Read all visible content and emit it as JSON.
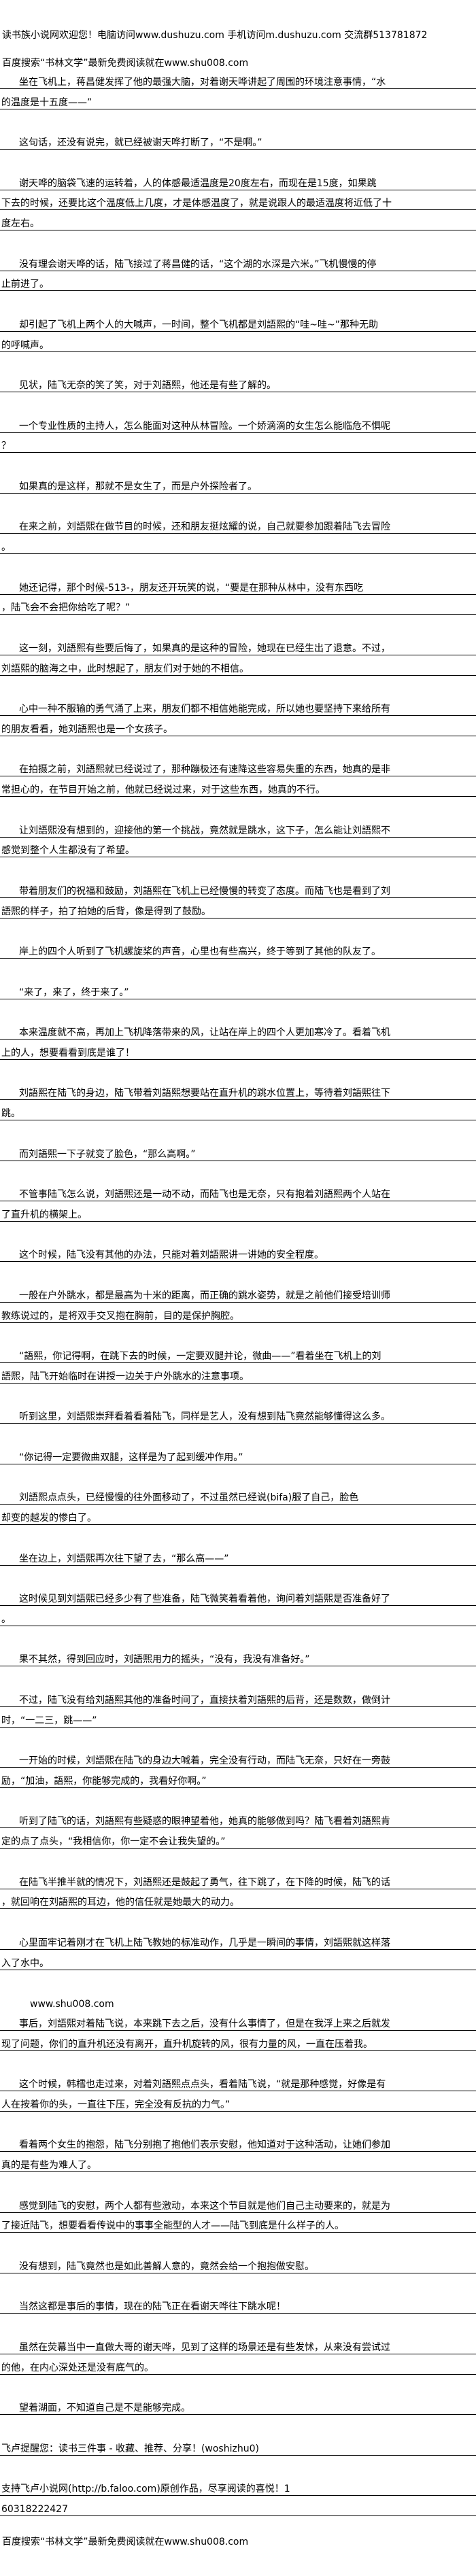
{
  "header": {
    "site_notice": "读书族小说网欢迎您！电脑访问www.dushuzu.com 手机访问m.dushuzu.com 交流群513781872",
    "search_tip": "百度搜索“书林文学”最新免费阅读就在www.shu008.com"
  },
  "blocks": [
    {
      "kind": "para",
      "lines": [
        "坐在飞机上，蒋昌健发挥了他的最强大脑，对着谢天哗讲起了周围的环境注意事情，“水",
        "的温度是十五度——”"
      ]
    },
    {
      "kind": "para",
      "lines": [
        "这句话，还没有说完，就已经被谢天哗打断了，“不是啊。”"
      ]
    },
    {
      "kind": "para",
      "lines": [
        "谢天哗的脑袋飞速的运转着，人的体感最适温度是20度左右，而现在是15度，如果跳",
        "下去的时候，还要比这个温度低上几度，才是体感温度了，就是说跟人的最适温度将近低了十",
        "度左右。"
      ]
    },
    {
      "kind": "para",
      "lines": [
        "没有理会谢天哗的话，陆飞接过了蒋昌健的话，“这个湖的水深是六米。”飞机慢慢的停",
        "止前进了。"
      ]
    },
    {
      "kind": "para",
      "lines": [
        "却引起了飞机上两个人的大喊声，一时间，整个飞机都是刘語熙的“哇~哇~”那种无助",
        "的呼喊声。"
      ]
    },
    {
      "kind": "para",
      "lines": [
        "见状，陆飞无奈的笑了笑，对于刘語熙，他还是有些了解的。"
      ]
    },
    {
      "kind": "para",
      "lines": [
        "一个专业性质的主持人，怎么能面对这种从林冒险。一个娇滴滴的女生怎么能临危不惧呢",
        "？"
      ]
    },
    {
      "kind": "para",
      "lines": [
        "如果真的是这样，那就不是女生了，而是户外探险者了。"
      ]
    },
    {
      "kind": "para",
      "lines": [
        "在来之前，刘語熙在做节目的时候，还和朋友挺炫耀的说，自己就要参加跟着陆飞去冒险",
        "。"
      ]
    },
    {
      "kind": "para",
      "lines": [
        "她还记得，那个时候-513-，朋友还开玩笑的说，“要是在那种从林中，没有东西吃",
        "，陆飞会不会把你给吃了呢？”"
      ]
    },
    {
      "kind": "para",
      "lines": [
        "这一刻，刘語熙有些要后悔了，如果真的是这种的冒险，她现在已经生出了退意。不过，",
        "刘語熙的脑海之中，此时想起了，朋友们对于她的不相信。"
      ]
    },
    {
      "kind": "para",
      "lines": [
        "心中一种不服输的勇气涌了上来，朋友们都不相信她能完成，所以她也要坚持下来给所有",
        "的朋友看看，她刘語熙也是一个女孩子。"
      ]
    },
    {
      "kind": "para",
      "lines": [
        "在拍摄之前，刘語熙就已经说过了，那种蹦极还有速降这些容易失重的东西，她真的是非",
        "常担心的，在节目开始之前，他就已经说过来，对于这些东西，她真的不行。"
      ]
    },
    {
      "kind": "para",
      "lines": [
        "让刘語熙没有想到的，迎接他的第一个挑战，竟然就是跳水，这下子，怎么能让刘語熙不",
        "感觉到整个人生都没有了希望。"
      ]
    },
    {
      "kind": "para",
      "lines": [
        "带着朋友们的祝福和鼓励，刘語熙在飞机上已经慢慢的转变了态度。而陆飞也是看到了刘",
        "語熙的样子，拍了拍她的后背，像是得到了鼓励。"
      ]
    },
    {
      "kind": "para",
      "lines": [
        "岸上的四个人听到了飞机螺旋桨的声音，心里也有些高兴，终于等到了其他的队友了。"
      ]
    },
    {
      "kind": "para",
      "lines": [
        "“来了，来了，终于来了。”"
      ]
    },
    {
      "kind": "para",
      "lines": [
        "本来温度就不高，再加上飞机降落带来的风，让站在岸上的四个人更加寒冷了。看着飞机",
        "上的人，想要看看到底是谁了！"
      ]
    },
    {
      "kind": "para",
      "lines": [
        "刘語熙在陆飞的身边，陆飞带着刘語熙想要站在直升机的跳水位置上，等待着刘語熙往下",
        "跳。"
      ]
    },
    {
      "kind": "para",
      "lines": [
        "而刘語熙一下子就变了脸色，“那么高啊。”"
      ]
    },
    {
      "kind": "para",
      "lines": [
        "不管事陆飞怎么说，刘語熙还是一动不动，而陆飞也是无奈，只有抱着刘語熙两个人站在",
        "了直升机的横架上。"
      ]
    },
    {
      "kind": "para",
      "lines": [
        "这个时候，陆飞没有其他的办法，只能对着刘語熙讲一讲她的安全程度。"
      ]
    },
    {
      "kind": "para",
      "lines": [
        "一般在户外跳水，都是最高为十米的距离，而正确的跳水姿势，就是之前他们接受培训师",
        "教练说过的，是将双手交叉抱在胸前，目的是保护胸腔。"
      ]
    },
    {
      "kind": "para",
      "lines": [
        "“語熙，你记得啊，在跳下去的时候，一定要双腿并论，微曲——”看着坐在飞机上的刘",
        "語熙，陆飞开始临时在讲授一边关于户外跳水的注意事项。"
      ]
    },
    {
      "kind": "para",
      "lines": [
        "听到这里，刘語熙崇拜看着看着陆飞，同样是艺人，没有想到陆飞竟然能够懂得这么多。"
      ]
    },
    {
      "kind": "para",
      "lines": [
        "“你记得一定要微曲双腿，这样是为了起到缓冲作用。”"
      ]
    },
    {
      "kind": "para",
      "lines": [
        "刘語熙点点头，已经慢慢的往外面移动了，不过虽然已经说(bifa)服了自己，脸色",
        "却变的越发的惨白了。"
      ]
    },
    {
      "kind": "para",
      "lines": [
        "坐在边上，刘語熙再次往下望了去，“那么高——”"
      ]
    },
    {
      "kind": "para",
      "lines": [
        "这时候见到刘語熙已经多少有了些准备，陆飞微笑着看着他，询问着刘語熙是否准备好了",
        "。"
      ]
    },
    {
      "kind": "para",
      "lines": [
        "果不其然，得到回应时，刘語熙用力的摇头，“没有，我没有准备好。”"
      ]
    },
    {
      "kind": "para",
      "lines": [
        "不过，陆飞没有给刘語熙其他的准备时间了，直接扶着刘語熙的后背，还是数数，做倒计",
        "时，“一二三，跳——”"
      ]
    },
    {
      "kind": "para",
      "lines": [
        "一开始的时候，刘語熙在陆飞的身边大喊着，完全没有行动，而陆飞无奈，只好在一旁鼓",
        "励，“加油，語熙，你能够完成的，我看好你啊。”"
      ]
    },
    {
      "kind": "para",
      "lines": [
        "听到了陆飞的话，刘語熙有些疑惑的眼神望着他，她真的能够做到吗？陆飞看着刘語熙肯",
        "定的点了点头，“我相信你，你一定不会让我失望的。”"
      ]
    },
    {
      "kind": "para",
      "lines": [
        "在陆飞半推半就的情况下，刘語熙还是鼓起了勇气，往下跳了，在下降的时候，陆飞的话",
        "，就回响在刘語熙的耳边，他的信任就是她最大的动力。"
      ]
    },
    {
      "kind": "para",
      "lines": [
        "心里面牢记着刚才在飞机上陆飞教她的标准动作，几乎是一瞬间的事情，刘語熙就这样落",
        "入了水中。"
      ]
    },
    {
      "kind": "src",
      "lines": [
        "www.shu008.com"
      ]
    },
    {
      "kind": "para",
      "lines": [
        "事后，刘語熙对着陆飞说，本来跳下去之后，没有什么事情了，但是在我浮上来之后就发",
        "现了问题，你们的直升机还没有离开，直升机旋转的风，很有力量的风，一直在压着我。"
      ]
    },
    {
      "kind": "para",
      "lines": [
        "这个时候，韩樰也走过来，对着刘語熙点点头，看着陆飞说，“就是那种感觉，好像是有",
        "人在按着你的头，一直往下压，完全没有反抗的力气。”"
      ]
    },
    {
      "kind": "para",
      "lines": [
        "看着两个女生的抱怨，陆飞分别抱了抱他们表示安慰，他知道对于这种活动，让她们参加",
        "真的是有些为难人了。"
      ]
    },
    {
      "kind": "para",
      "lines": [
        "感觉到陆飞的安慰，两个人都有些激动，本来这个节目就是他们自己主动要来的，就是为",
        "了接近陆飞，想要看看传说中的事事全能型的人才——陆飞到底是什么样子的人。"
      ]
    },
    {
      "kind": "para",
      "lines": [
        "没有想到，陆飞竟然也是如此善解人意的，竟然会给一个抱抱做安慰。"
      ]
    },
    {
      "kind": "para",
      "lines": [
        "当然这都是事后的事情，现在的陆飞正在看谢天哗往下跳水呢！"
      ]
    },
    {
      "kind": "para",
      "lines": [
        "虽然在荧幕当中一直做大哥的谢天哗，见到了这样的场景还是有些发怵，从来没有尝试过",
        "的他，在内心深处还是没有底气的。"
      ]
    },
    {
      "kind": "para",
      "lines": [
        "望着湖面，不知道自己是不是能够完成。"
      ]
    },
    {
      "kind": "note",
      "lines": [
        "飞卢提醒您：读书三件事 - 收藏、推荐、分享！(woshizhu0)"
      ]
    },
    {
      "kind": "note",
      "lines": [
        "支持飞卢小说网(http://b.faloo.com)原创作品，尽享阅读的喜悦！1",
        "60318222427"
      ]
    }
  ],
  "footer": {
    "search_tip": "百度搜索“书林文学”最新免费阅读就在www.shu008.com"
  }
}
